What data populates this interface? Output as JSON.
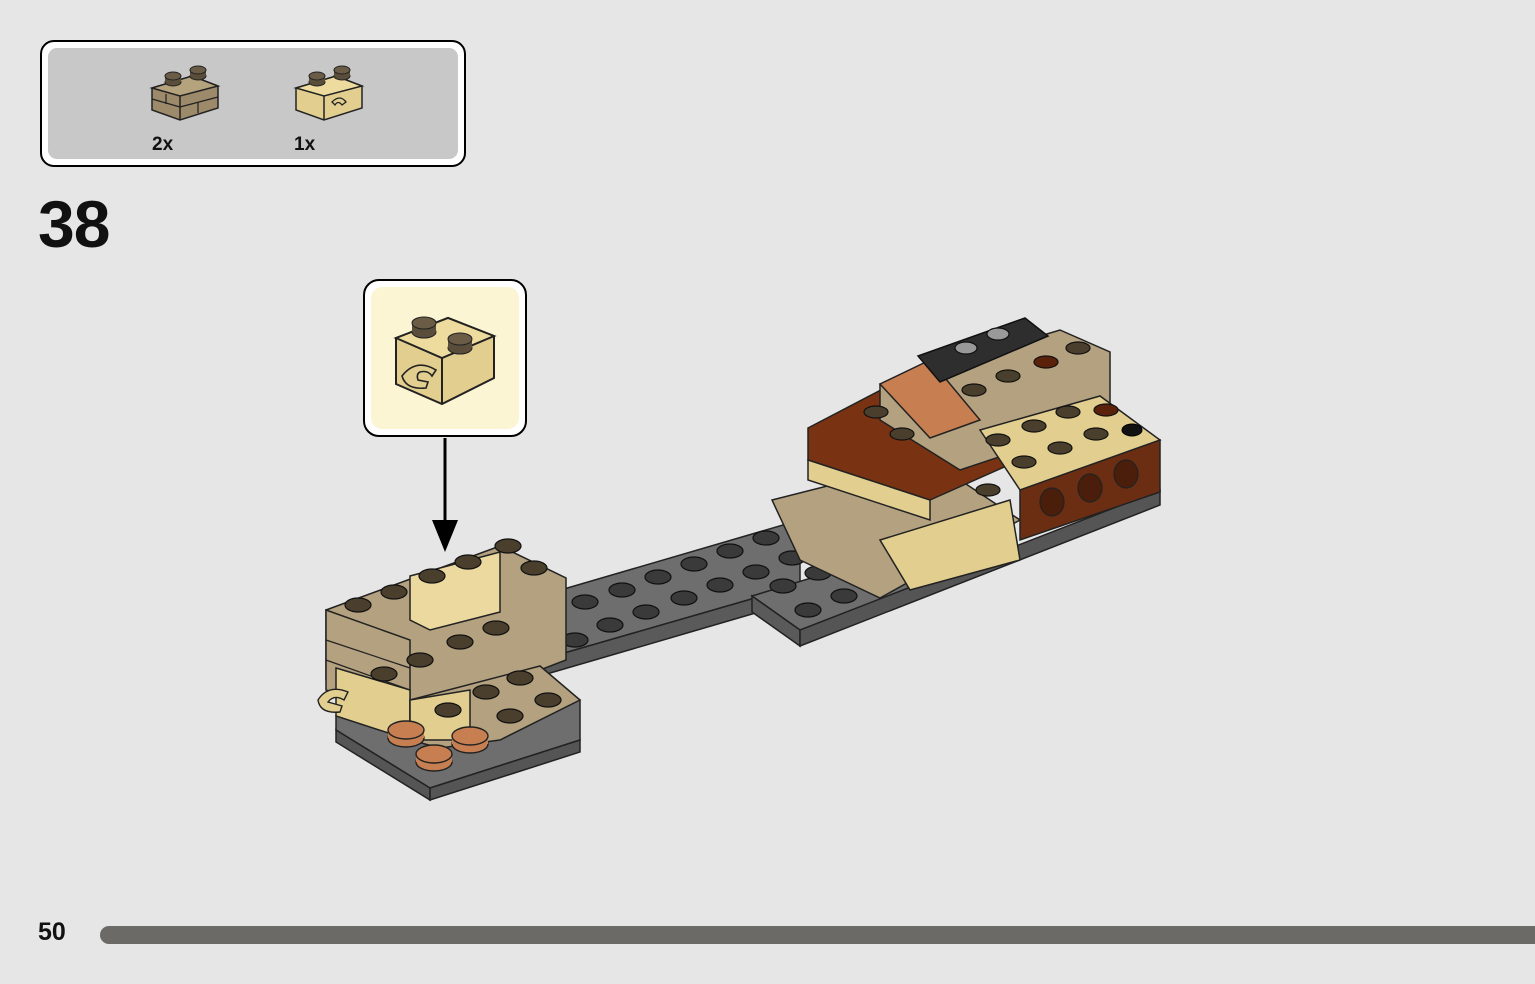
{
  "parts_list": {
    "items": [
      {
        "quantity": "2x",
        "icon": "tan-masonry-brick-icon",
        "color": "#9c8a6a"
      },
      {
        "quantity": "1x",
        "icon": "tan-clip-brick-icon",
        "color": "#e2cf8f"
      }
    ]
  },
  "step": {
    "number": "38"
  },
  "callout": {
    "icon": "tan-clip-brick-icon",
    "background": "#fcf5d4"
  },
  "model": {
    "icon": "assembly-model-illustration"
  },
  "footer": {
    "page_number": "50",
    "progress_color": "#6b6a66"
  }
}
